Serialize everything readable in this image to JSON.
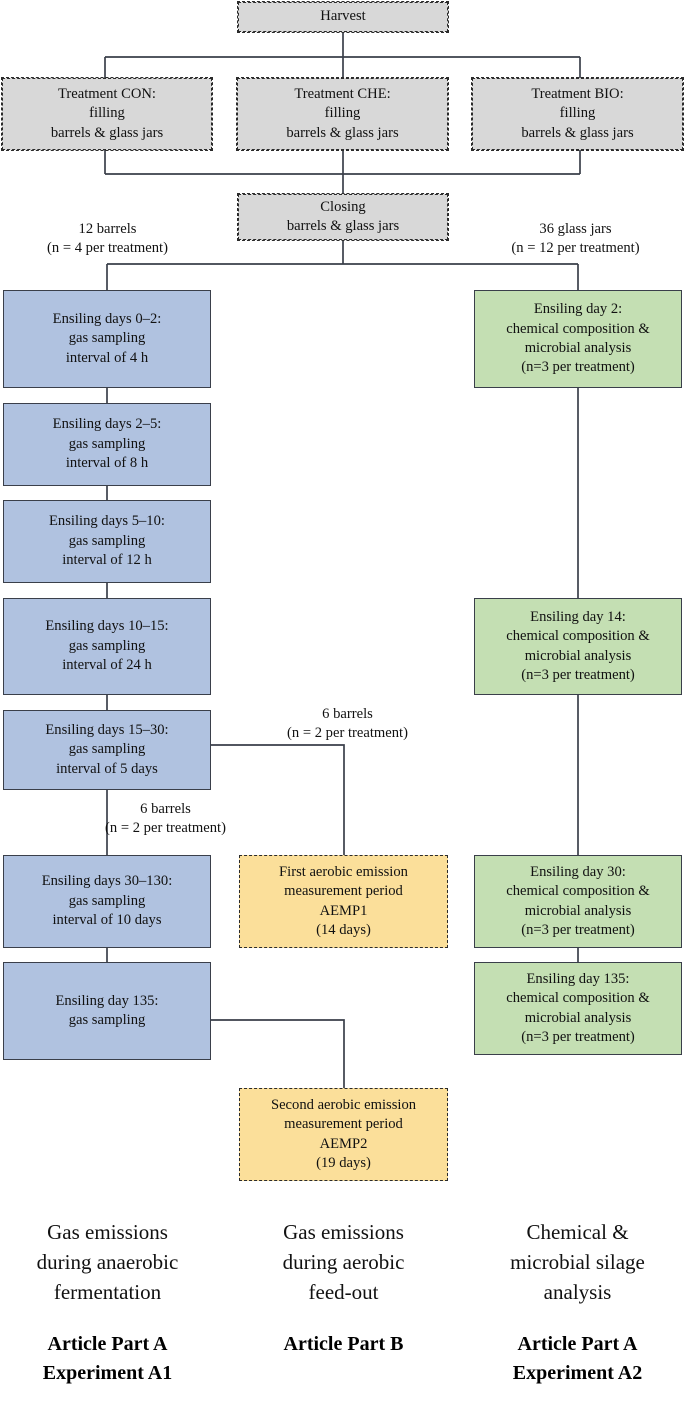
{
  "diagram": {
    "title": "Silage trial experimental design flowchart",
    "colors": {
      "grey_fill": "#d8d8d8",
      "blue_fill": "#b0c2e0",
      "green_fill": "#c4dfb3",
      "yellow_fill": "#fbdf9a",
      "line": "#3a3f4a"
    },
    "nodes": {
      "harvest": {
        "lines": [
          "Harvest"
        ]
      },
      "treatment_con": {
        "lines": [
          "Treatment CON:",
          "filling",
          "barrels & glass jars"
        ]
      },
      "treatment_che": {
        "lines": [
          "Treatment CHE:",
          "filling",
          "barrels & glass jars"
        ]
      },
      "treatment_bio": {
        "lines": [
          "Treatment BIO:",
          "filling",
          "barrels & glass jars"
        ]
      },
      "closing": {
        "lines": [
          "Closing",
          "barrels & glass jars"
        ]
      },
      "blue_1": {
        "lines": [
          "Ensiling days 0–2:",
          "gas sampling",
          "interval of 4 h"
        ]
      },
      "blue_2": {
        "lines": [
          "Ensiling days 2–5:",
          "gas sampling",
          "interval of 8 h"
        ]
      },
      "blue_3": {
        "lines": [
          "Ensiling days 5–10:",
          "gas sampling",
          "interval of 12 h"
        ]
      },
      "blue_4": {
        "lines": [
          "Ensiling days 10–15:",
          "gas sampling",
          "interval of 24 h"
        ]
      },
      "blue_5": {
        "lines": [
          "Ensiling days 15–30:",
          "gas sampling",
          "interval of 5 days"
        ]
      },
      "blue_6": {
        "lines": [
          "Ensiling days 30–130:",
          "gas sampling",
          "interval of 10 days"
        ]
      },
      "blue_7": {
        "lines": [
          "Ensiling day 135:",
          "gas sampling"
        ]
      },
      "green_1": {
        "lines": [
          "Ensiling day 2:",
          "chemical composition &",
          "microbial analysis",
          "(n=3 per treatment)"
        ]
      },
      "green_2": {
        "lines": [
          "Ensiling day 14:",
          "chemical composition &",
          "microbial analysis",
          "(n=3 per treatment)"
        ]
      },
      "green_3": {
        "lines": [
          "Ensiling day 30:",
          "chemical composition &",
          "microbial analysis",
          "(n=3 per treatment)"
        ]
      },
      "green_4": {
        "lines": [
          "Ensiling day 135:",
          "chemical composition &",
          "microbial analysis",
          "(n=3 per treatment)"
        ]
      },
      "aemp1": {
        "lines": [
          "First aerobic emission",
          "measurement period",
          "AEMP1",
          "(14 days)"
        ]
      },
      "aemp2": {
        "lines": [
          "Second aerobic emission",
          "measurement period",
          "AEMP2",
          "(19 days)"
        ]
      }
    },
    "edge_labels": {
      "barrels_left": {
        "lines": [
          "12 barrels",
          "(n = 4 per treatment)"
        ]
      },
      "jars_right": {
        "lines": [
          "36 glass jars",
          "(n = 12 per treatment)"
        ]
      },
      "branch_aemp1": {
        "lines": [
          "6 barrels",
          "(n = 2 per treatment)"
        ]
      },
      "branch_next": {
        "lines": [
          "6 barrels",
          "(n = 2 per treatment)"
        ]
      }
    },
    "footer": {
      "col_a_note": {
        "lines": [
          "Gas emissions",
          "during anaerobic",
          "fermentation"
        ]
      },
      "col_b_note": {
        "lines": [
          "Gas emissions",
          "during aerobic",
          "feed-out"
        ]
      },
      "col_c_note": {
        "lines": [
          "Chemical &",
          "microbial silage",
          "analysis"
        ]
      },
      "col_a_bold": {
        "lines": [
          "Article Part A",
          "Experiment A1"
        ]
      },
      "col_b_bold": {
        "lines": [
          "Article Part B"
        ]
      },
      "col_c_bold": {
        "lines": [
          "Article Part A",
          "Experiment A2"
        ]
      }
    }
  }
}
